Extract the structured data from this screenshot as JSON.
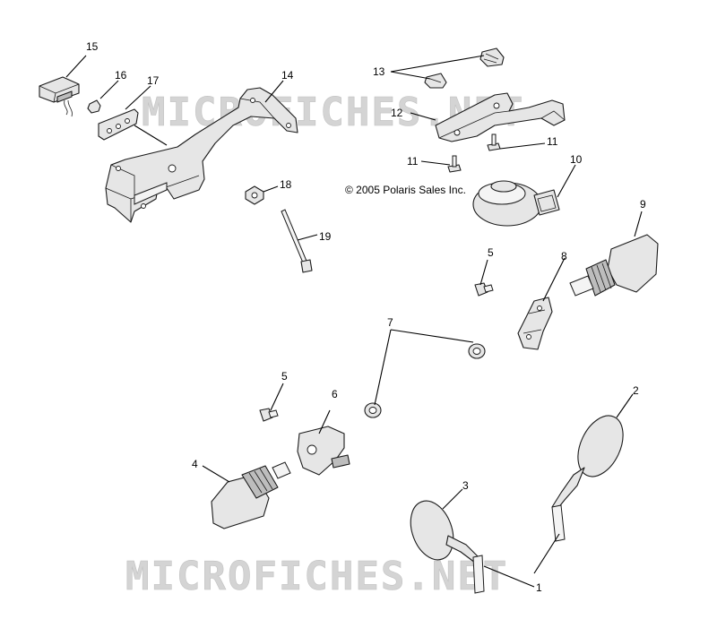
{
  "copyright": "© 2005 Polaris Sales Inc.",
  "watermark": {
    "top": "MICROFICHES.NET",
    "bottom": "MICROFICHES.NET"
  },
  "callouts": {
    "c1": "1",
    "c2": "2",
    "c3": "3",
    "c4": "4",
    "c5a": "5",
    "c5b": "5",
    "c6": "6",
    "c7": "7",
    "c8": "8",
    "c9": "9",
    "c10": "10",
    "c11a": "11",
    "c11b": "11",
    "c12": "12",
    "c13": "13",
    "c14": "14",
    "c15": "15",
    "c16": "16",
    "c17": "17",
    "c18": "18",
    "c19": "19"
  }
}
